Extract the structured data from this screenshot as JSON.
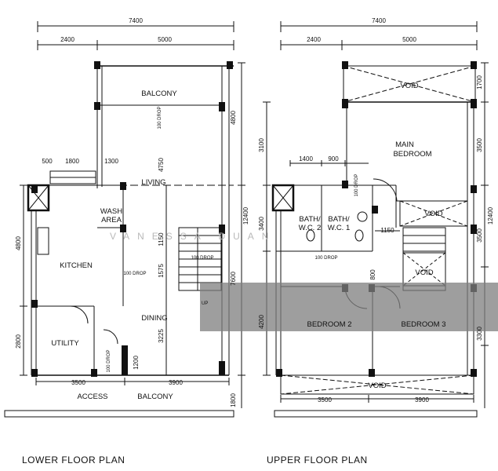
{
  "lower": {
    "dims": {
      "total_width": "7400",
      "left_width": "2400",
      "right_width": "5000",
      "bottom_left": "3500",
      "bottom_right": "3900",
      "window_a": "500",
      "window_b": "1800",
      "window_c": "1300",
      "right_height": "12400",
      "right_top": "4800",
      "right_mid": "7600",
      "right_bottom": "1800",
      "left_a": "4800",
      "left_b": "2800",
      "v4750": "4750",
      "v1150": "1150",
      "v1575": "1575",
      "v3225": "3225",
      "v1200": "1200"
    },
    "rooms": {
      "balcony": "BALCONY",
      "living": "LIVING",
      "wash": "WASH",
      "wash2": "AREA",
      "kitchen": "KITCHEN",
      "dining": "DINING",
      "utility": "UTILITY",
      "access": "ACCESS",
      "balcony_bottom": "BALCONY",
      "up": "UP"
    },
    "drops": {
      "top": "100 DROP",
      "kitchen": "100 DROP",
      "mid": "100 DROP",
      "utility": "100 DROP"
    },
    "caption": "LOWER FLOOR PLAN"
  },
  "upper": {
    "dims": {
      "total_width": "7400",
      "left_width": "2400",
      "right_width": "5000",
      "bottom_left": "3500",
      "bottom_right": "3900",
      "w1400": "1400",
      "w900": "900",
      "w1150": "1150",
      "v800": "800",
      "left_a": "3100",
      "left_b": "3400",
      "left_c": "4200",
      "right_height": "12400",
      "right_a": "1700",
      "right_b": "3500",
      "right_c": "3500",
      "right_d": "3300"
    },
    "rooms": {
      "void_top": "VOID",
      "main_bedroom": "MAIN",
      "main_bedroom2": "BEDROOM",
      "bath2": "BATH/",
      "bath2b": "W.C. 2",
      "bath1": "BATH/",
      "bath1b": "W.C. 1",
      "void_mid": "VOID",
      "void_stair": "VOID",
      "bedroom2": "BEDROOM 2",
      "bedroom3": "BEDROOM 3",
      "void_bottom": "VOID"
    },
    "drops": {
      "bath": "100 DROP",
      "corridor": "100 DROP"
    },
    "caption": "UPPER FLOOR PLAN"
  },
  "watermark": "VANESSA DUAN",
  "colors": {
    "ink": "#111111",
    "highlight": "#7d7d7d"
  }
}
